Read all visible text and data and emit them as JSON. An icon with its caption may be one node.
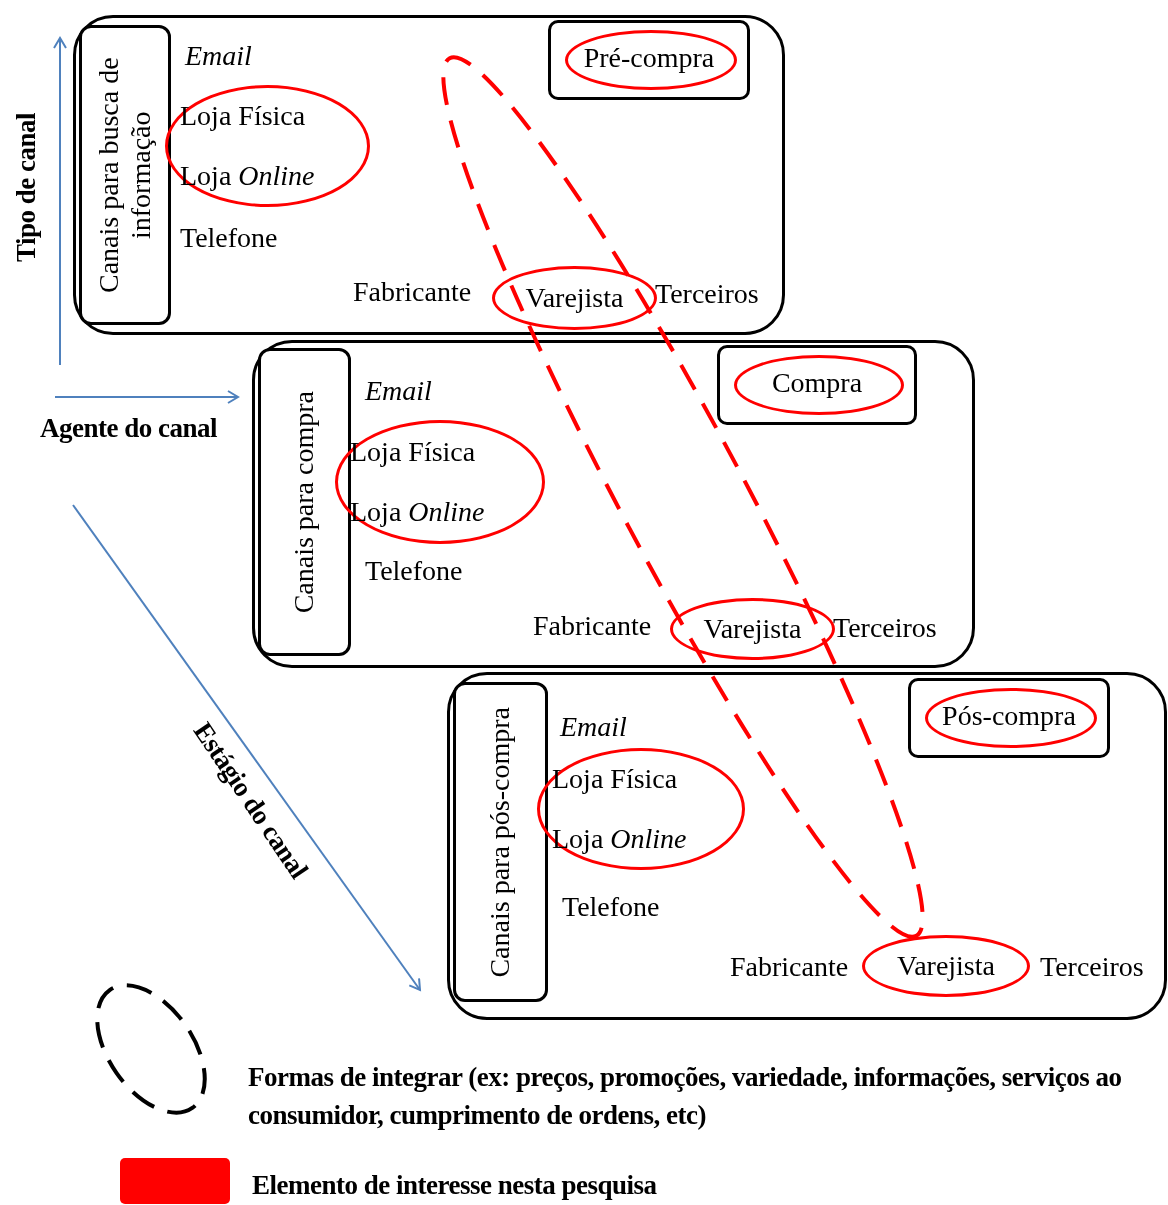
{
  "diagram": {
    "nodes": [
      {
        "text": [
          "Email",
          "Telefone",
          "Fabricante",
          "Terceiros"
        ]
      },
      {
        "text": [
          "Canais para busca de informação"
        ],
        "in": 0
      },
      {
        "text": [
          "Pré-compra"
        ],
        "in": 0
      },
      {
        "text": [
          "Loja Física",
          "Loja *Online*"
        ],
        "in": 0
      },
      {
        "text": [
          "Varejista"
        ],
        "in": 0
      },
      {
        "text": [
          "Email",
          "Telefone",
          "Fabricante",
          "Terceiros"
        ]
      },
      {
        "text": [
          "Canais para compra"
        ],
        "in": 5
      },
      {
        "text": [
          "Compra"
        ],
        "in": 5
      },
      {
        "text": [
          "Loja Física",
          "Loja *Online*"
        ],
        "in": 5
      },
      {
        "text": [
          "Varejista"
        ],
        "in": 5
      },
      {
        "text": [
          "Email",
          "Telefone",
          "Fabricante",
          "Terceiros"
        ]
      },
      {
        "text": [
          "Canais para pós-compra"
        ],
        "in": 10
      },
      {
        "text": [
          "Pós-compra"
        ],
        "in": 10
      },
      {
        "text": [
          "Loja Física",
          "Loja *Online*"
        ],
        "in": 10
      },
      {
        "text": [
          "Varejista"
        ],
        "in": 10
      }
    ],
    "labels": [
      "Tipo de canal",
      "Agente do canal",
      "Estágio do canal"
    ],
    "legend": [
      {
        "text": "Formas de integrar (ex: preços, promoções, variedade, informações, serviços ao consumidor,  cumprimento de ordens, etc)"
      },
      {
        "text": "Elemento de interesse nesta pesquisa",
        "color": "#ff0000"
      }
    ]
  }
}
